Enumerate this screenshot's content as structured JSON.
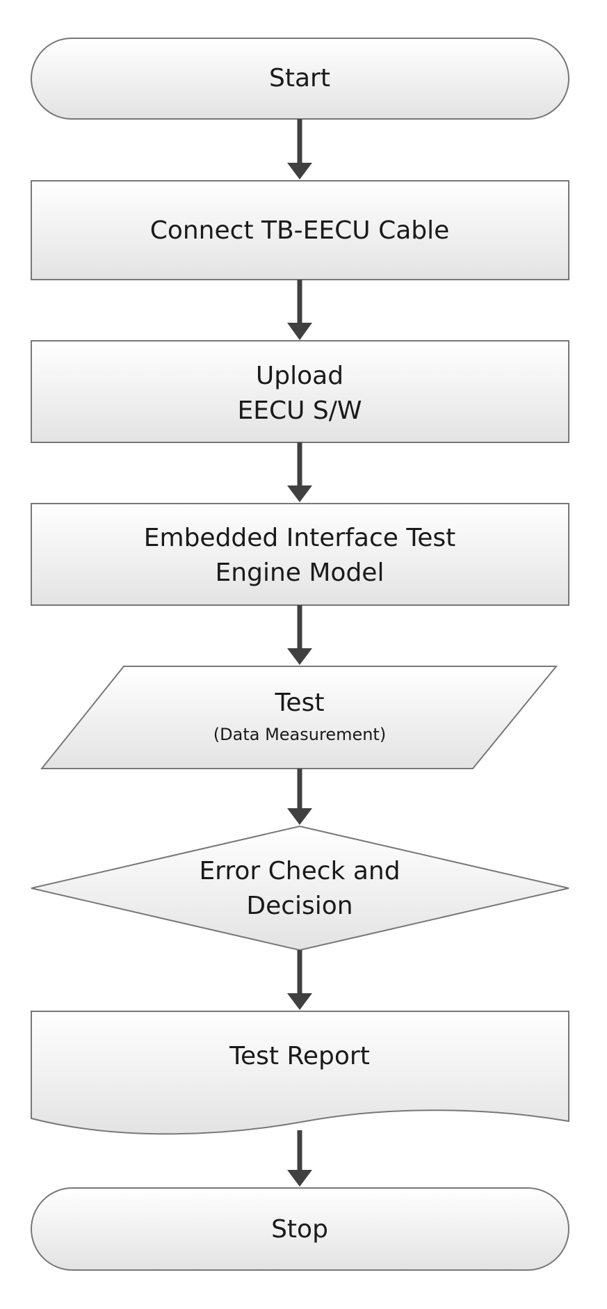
{
  "flowchart": {
    "start": {
      "text": "Start"
    },
    "connect": {
      "text": "Connect TB-EECU Cable"
    },
    "upload": {
      "line1": "Upload",
      "line2": "EECU S/W"
    },
    "embedded": {
      "line1": "Embedded Interface Test",
      "line2": "Engine Model"
    },
    "test": {
      "line1": "Test",
      "line2": "(Data Measurement)"
    },
    "decision": {
      "line1": "Error Check and",
      "line2": "Decision"
    },
    "report": {
      "text": "Test Report"
    },
    "stop": {
      "text": "Stop"
    }
  },
  "colors": {
    "fill_light": "#ffffff",
    "fill_dark": "#e3e3e3",
    "stroke": "#777777",
    "arrow": "#404040"
  }
}
